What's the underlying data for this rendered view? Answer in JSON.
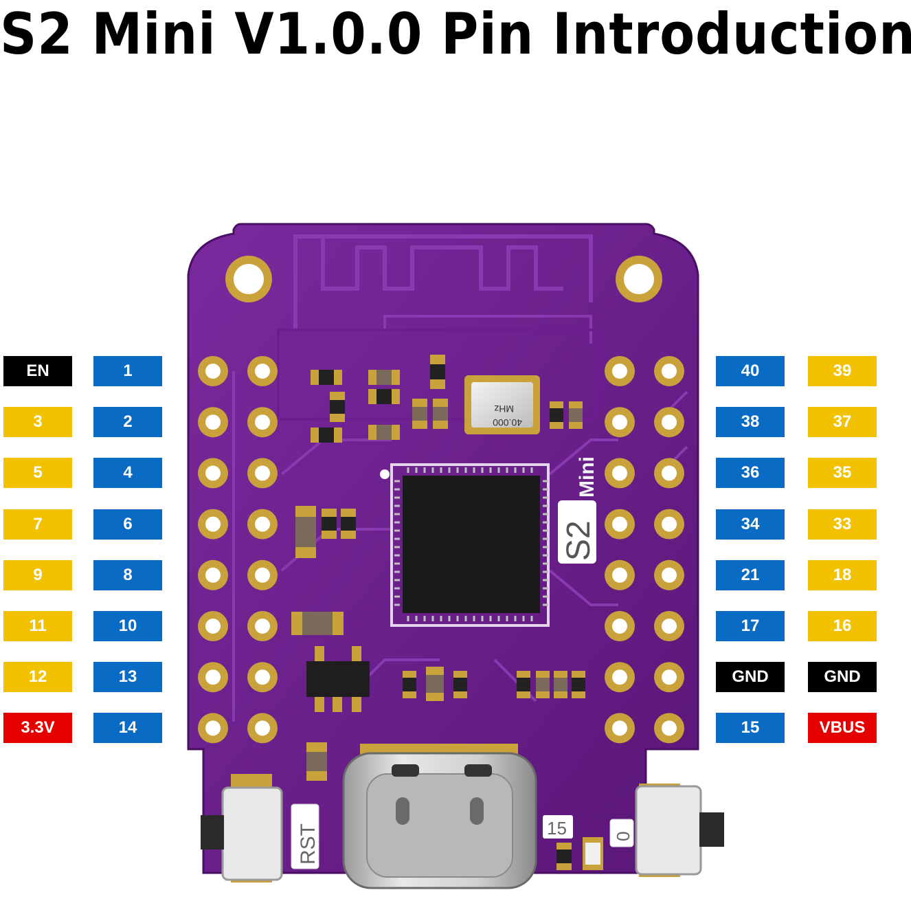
{
  "title": "S2 Mini V1.0.0 Pin Introduction",
  "colors": {
    "black": "#000000",
    "blue": "#0a6bc4",
    "yellow": "#f2c200",
    "red": "#e50000",
    "pcb": "#6a1f8a",
    "pad": "#c9a23c"
  },
  "left_outer": [
    {
      "label": "EN",
      "color": "black"
    },
    {
      "label": "3",
      "color": "yellow"
    },
    {
      "label": "5",
      "color": "yellow"
    },
    {
      "label": "7",
      "color": "yellow"
    },
    {
      "label": "9",
      "color": "yellow"
    },
    {
      "label": "11",
      "color": "yellow"
    },
    {
      "label": "12",
      "color": "yellow"
    },
    {
      "label": "3.3V",
      "color": "red"
    }
  ],
  "left_inner": [
    {
      "label": "1",
      "color": "blue"
    },
    {
      "label": "2",
      "color": "blue"
    },
    {
      "label": "4",
      "color": "blue"
    },
    {
      "label": "6",
      "color": "blue"
    },
    {
      "label": "8",
      "color": "blue"
    },
    {
      "label": "10",
      "color": "blue"
    },
    {
      "label": "13",
      "color": "blue"
    },
    {
      "label": "14",
      "color": "blue"
    }
  ],
  "right_inner": [
    {
      "label": "40",
      "color": "blue"
    },
    {
      "label": "38",
      "color": "blue"
    },
    {
      "label": "36",
      "color": "blue"
    },
    {
      "label": "34",
      "color": "blue"
    },
    {
      "label": "21",
      "color": "blue"
    },
    {
      "label": "17",
      "color": "blue"
    },
    {
      "label": "GND",
      "color": "black"
    },
    {
      "label": "15",
      "color": "blue"
    }
  ],
  "right_outer": [
    {
      "label": "39",
      "color": "yellow"
    },
    {
      "label": "37",
      "color": "yellow"
    },
    {
      "label": "35",
      "color": "yellow"
    },
    {
      "label": "33",
      "color": "yellow"
    },
    {
      "label": "18",
      "color": "yellow"
    },
    {
      "label": "16",
      "color": "yellow"
    },
    {
      "label": "GND",
      "color": "black"
    },
    {
      "label": "VBUS",
      "color": "red"
    }
  ],
  "silkscreen": {
    "board_name_s2": "S2",
    "board_name_mini": "Mini",
    "crystal_freq": "40.000",
    "crystal_unit": "MHz",
    "rst": "RST",
    "zero": "0",
    "led_marker": "15"
  }
}
